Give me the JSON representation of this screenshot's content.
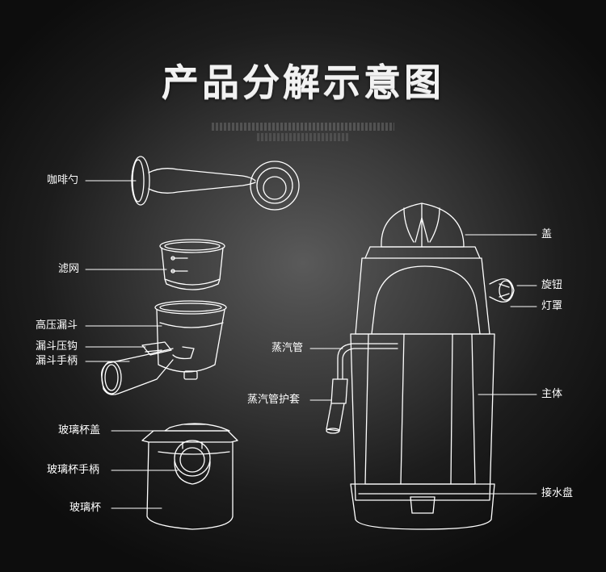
{
  "title": "产品分解示意图",
  "labels": {
    "spoon": "咖啡勺",
    "filter": "滤网",
    "funnel": "高压漏斗",
    "funnel_hook": "漏斗压钩",
    "funnel_handle": "漏斗手柄",
    "cup_lid": "玻璃杯盖",
    "cup_handle": "玻璃杯手柄",
    "cup": "玻璃杯",
    "lid": "盖",
    "knob": "旋钮",
    "lamp_cover": "灯罩",
    "steam_pipe": "蒸汽管",
    "steam_sleeve": "蒸汽管护套",
    "body": "主体",
    "drip_tray": "接水盘"
  }
}
